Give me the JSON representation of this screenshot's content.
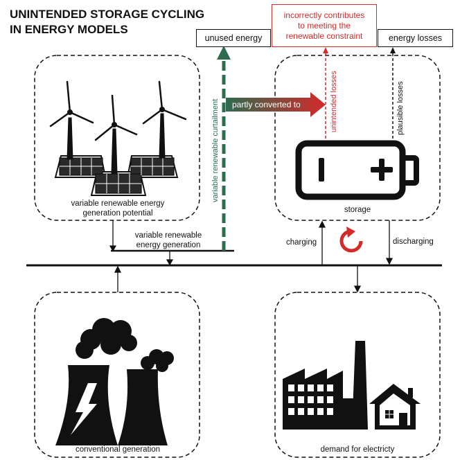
{
  "title": {
    "line1": "UNINTENDED STORAGE CYCLING",
    "line2": "IN ENERGY MODELS"
  },
  "outputs": {
    "unused_energy": "unused energy",
    "incorrect_line1": "incorrectly contributes",
    "incorrect_line2": "to meeting the",
    "incorrect_line3": "renewable constraint",
    "energy_losses": "energy losses"
  },
  "flows": {
    "curtailment": "variable renewable curtailment",
    "partly_converted": "partly converted to",
    "unintended_losses": "unintended losses",
    "plausible_losses": "plausible losses",
    "generation_line1": "variable renewable",
    "generation_line2": "energy generation",
    "charging": "charging",
    "discharging": "discharging"
  },
  "nodes": {
    "renewable_line1": "variable renewable energy",
    "renewable_line2": "generation potential",
    "storage": "storage",
    "conventional": "conventional generation",
    "demand": "demand for electricty"
  },
  "colors": {
    "green": "#2e6b4f",
    "red": "#d42a2a",
    "black": "#111111"
  },
  "icons": [
    "wind-turbine-icon",
    "solar-panel-icon",
    "battery-icon",
    "cycle-arrow-icon",
    "power-plant-icon",
    "factory-icon",
    "house-icon"
  ]
}
